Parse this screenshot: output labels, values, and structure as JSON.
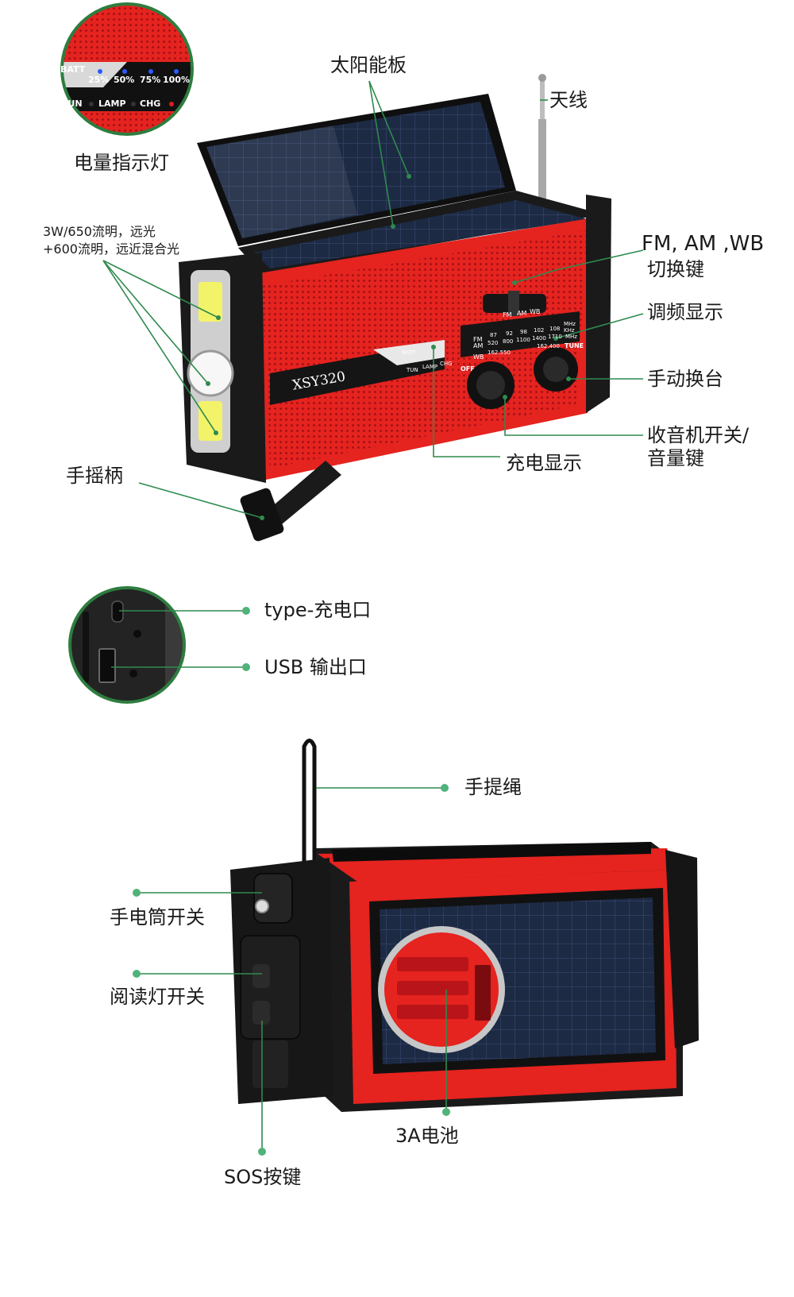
{
  "section1": {
    "inset": {
      "row1": [
        "BATT",
        "25%",
        "50%",
        "75%",
        "100%"
      ],
      "row2": [
        "TUN",
        "LAMP",
        "CHG"
      ]
    },
    "device": {
      "model": "XSY320",
      "band_labels": [
        "FM",
        "AM",
        "WB"
      ],
      "scale": {
        "fm_label": "FM",
        "am_label": "AM",
        "wb_label": "WB",
        "fm_values": [
          "87",
          "92",
          "98",
          "102",
          "108",
          "MHz"
        ],
        "am_values": [
          "520",
          "800",
          "1100",
          "1400",
          "1710",
          "KHz"
        ],
        "wb_values": [
          "162.550",
          "162.400",
          "MHz"
        ]
      },
      "panel_labels": [
        "BATT",
        "TUN",
        "LAMP",
        "CHG"
      ],
      "knob_left_label": "OFF",
      "knob_right_label": "TUNE"
    },
    "callouts": {
      "battery_indicator": "电量指示灯",
      "solar_panel": "太阳能板",
      "antenna": "天线",
      "light_line1": "3W/650流明，远光",
      "light_line2": "+600流明，远近混合光",
      "band_switch_line1": "FM, AM ,WB",
      "band_switch_line2": "切换键",
      "tuning_display": "调频显示",
      "manual_tuning": "手动换台",
      "power_volume_line1": "收音机开关/",
      "power_volume_line2": "音量键",
      "charge_display": "充电显示",
      "hand_crank": "手摇柄"
    }
  },
  "section2": {
    "callouts": {
      "type_c": "type-充电口",
      "usb_out": "USB 输出口"
    }
  },
  "section3": {
    "callouts": {
      "strap": "手提绳",
      "flashlight_switch": "手电筒开关",
      "reading_light_switch": "阅读灯开关",
      "sos_button": "SOS按键",
      "battery": "3A电池"
    }
  },
  "colors": {
    "body_red": "#e5231f",
    "dark_red": "#b9141a",
    "black": "#1c1c1c",
    "callout_green": "#2f8a4e",
    "dot_green": "#4fb37a",
    "solar_blue": "#1d2a44"
  }
}
